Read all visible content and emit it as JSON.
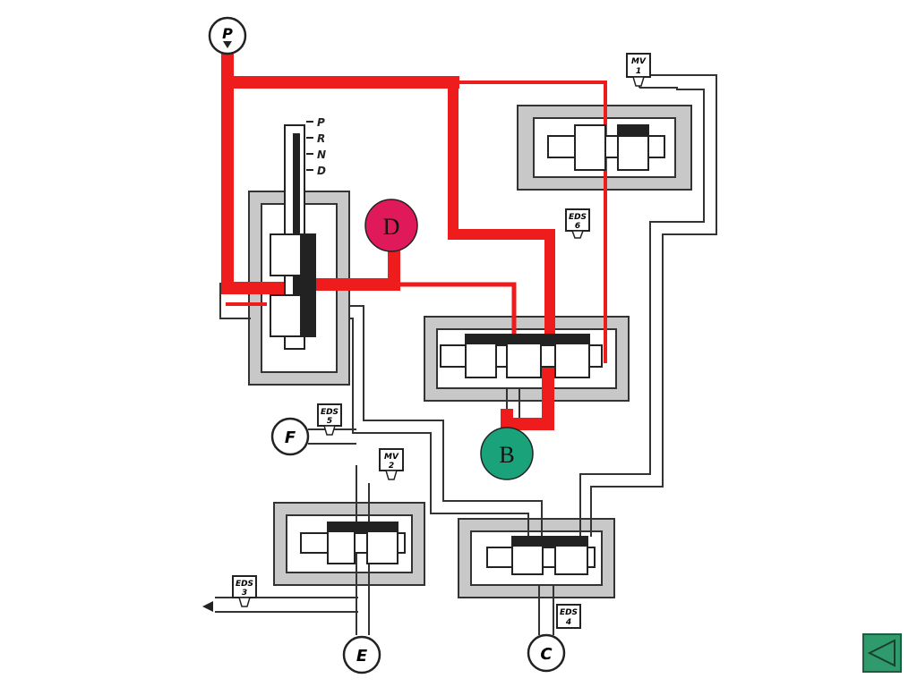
{
  "ports": {
    "pump": "P",
    "e": "E",
    "c": "C",
    "f": "F"
  },
  "selector_positions": [
    "P",
    "R",
    "N",
    "D"
  ],
  "valves": {
    "mv1": {
      "line1": "MV",
      "line2": "1"
    },
    "mv2": {
      "line1": "MV",
      "line2": "2"
    },
    "eds3": {
      "line1": "EDS",
      "line2": "3"
    },
    "eds4": {
      "line1": "EDS",
      "line2": "4"
    },
    "eds5": {
      "line1": "EDS",
      "line2": "5"
    },
    "eds6": {
      "line1": "EDS",
      "line2": "6"
    }
  },
  "callouts": {
    "d": {
      "label": "D",
      "color": "#e0195a"
    },
    "b": {
      "label": "B",
      "color": "#1aa37a"
    }
  },
  "colors": {
    "pressure": "#ee1c1c",
    "channel": "#333333",
    "housing": "#c8c8c8"
  },
  "nav": {
    "back_icon": "triangle-left-icon"
  }
}
